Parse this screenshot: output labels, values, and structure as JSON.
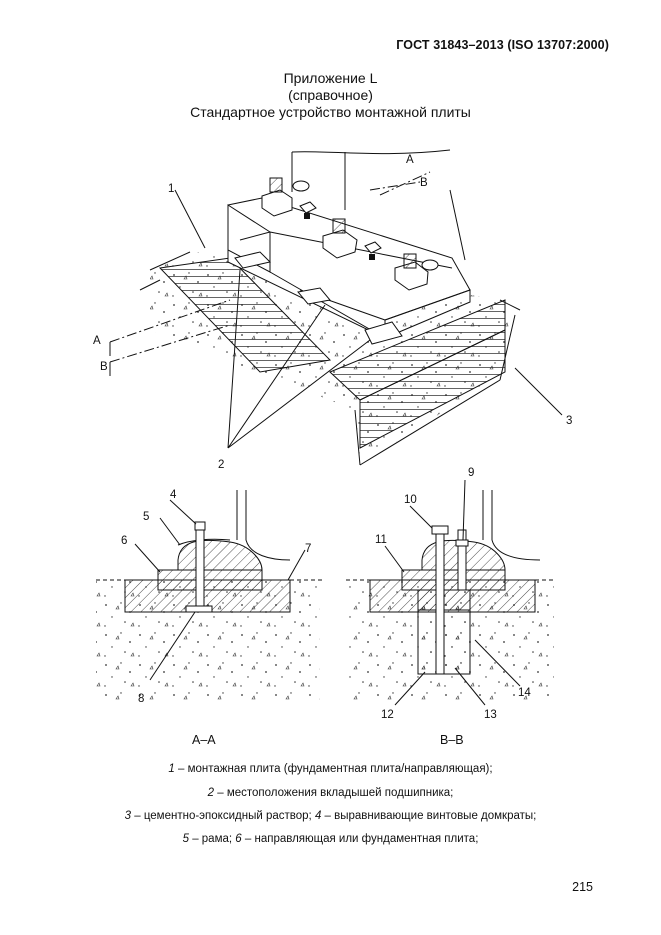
{
  "header": {
    "doc_ref": "ГОСТ 31843–2013 (ISO 13707:2000)"
  },
  "titles": {
    "appendix": "Приложение L",
    "kind": "(справочное)",
    "name": "Стандартное устройство монтажной плиты"
  },
  "figure": {
    "section_a_marker": "A",
    "section_b_marker": "B",
    "callouts": [
      "1",
      "2",
      "3",
      "4",
      "5",
      "6",
      "7",
      "8",
      "9",
      "10",
      "11",
      "12",
      "13",
      "14"
    ],
    "section_labels": {
      "aa": "А–А",
      "bb": "В–В"
    }
  },
  "legend": [
    {
      "n1": "1",
      "t1": " – монтажная плита (фундаментная плита/направляющая);",
      "n2": "",
      "t2": ""
    },
    {
      "n1": "2",
      "t1": " – местоположения вкладышей подшипника;",
      "n2": "",
      "t2": ""
    },
    {
      "n1": "3",
      "t1": " – цементно-эпоксидный раствор; ",
      "n2": "4",
      "t2": " – выравнивающие винтовые домкраты;"
    },
    {
      "n1": "5",
      "t1": " – рама; ",
      "n2": "6",
      "t2": " – направляющая или фундаментная плита;"
    }
  ],
  "page_number": "215"
}
